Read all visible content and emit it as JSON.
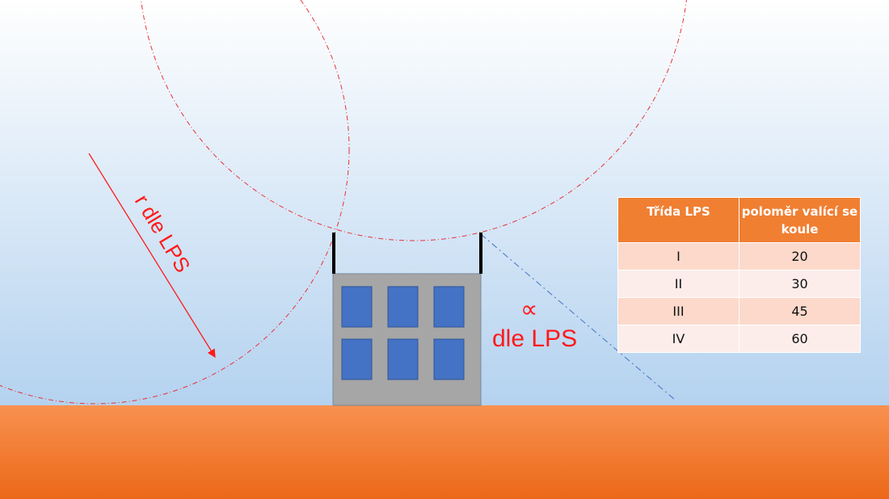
{
  "labels": {
    "radius": "r dle LPS",
    "angle_symbol": "∝",
    "angle": "dle LPS"
  },
  "table": {
    "headers": [
      "Třída LPS",
      "poloměr  valící se koule"
    ],
    "rows": [
      {
        "class": "I",
        "radius": "20"
      },
      {
        "class": "II",
        "radius": "30"
      },
      {
        "class": "III",
        "radius": "45"
      },
      {
        "class": "IV",
        "radius": "60"
      }
    ]
  },
  "colors": {
    "red": "#ff1a1a",
    "ground": "#f07f32",
    "window": "#4472c4",
    "building": "#a6a6a6"
  }
}
